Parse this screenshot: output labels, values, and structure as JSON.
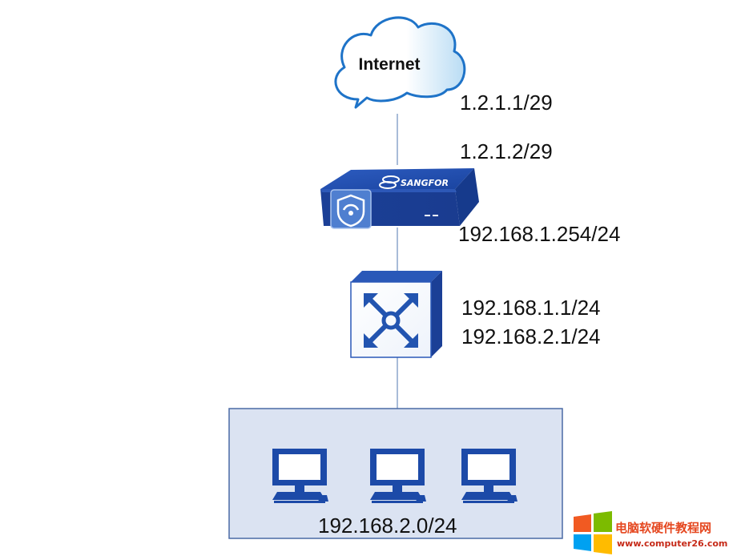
{
  "cloud": {
    "label": "Internet"
  },
  "firewall": {
    "brand": "SANGFOR"
  },
  "addresses": {
    "internet_gateway": "1.2.1.1/29",
    "firewall_wan": "1.2.1.2/29",
    "firewall_lan": "192.168.1.254/24",
    "switch_ip1": "192.168.1.1/24",
    "switch_ip2": "192.168.2.1/24",
    "lan_subnet": "192.168.2.0/24"
  },
  "watermark": {
    "title": "电脑软硬件教程网",
    "url": "www.computer26.com"
  },
  "colors": {
    "device_blue": "#1c4aa8",
    "cloud_stroke": "#1e73c8",
    "lan_box_fill": "#dbe3f2",
    "lan_box_stroke": "#4a6aa5"
  }
}
